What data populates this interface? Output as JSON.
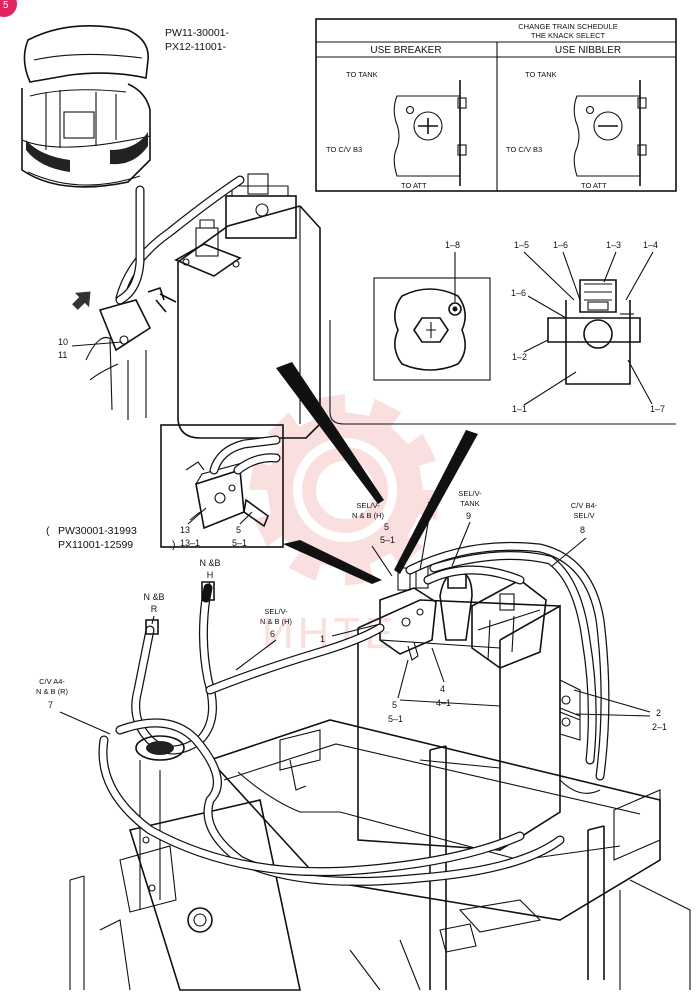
{
  "header": {
    "serial_1": "PW11-30001-",
    "serial_2": "PX12-11001-"
  },
  "schedule_table": {
    "title_1": "CHANGE TRAIN SCHEDULE",
    "title_2": "THE KNACK SELECT",
    "col_breaker": "USE BREAKER",
    "col_nibbler": "USE NIBBLER",
    "to_tank": "TO TANK",
    "to_cv_b3": "TO C/V B3",
    "to_att": "TO ATT"
  },
  "detail_labels": {
    "p1_8": "1–8",
    "p1_5": "1–5",
    "p1_6a": "1–6",
    "p1_3": "1–3",
    "p1_4": "1–4",
    "p1_6b": "1–6",
    "p1_2": "1–2",
    "p1_1": "1–1",
    "p1_7": "1–7"
  },
  "inset": {
    "p13": "13",
    "p13_1": "13–1",
    "p5": "5",
    "p5_1": "5–1",
    "range_1": "PW30001-31993",
    "range_2": "PX11001-12599"
  },
  "callouts": {
    "p10": "10",
    "p11": "11",
    "sel_nbh_1": "SEL/V-",
    "sel_nbh_2": "N & B (H)",
    "p5_top": "5",
    "p5_1_top": "5–1",
    "p1_top": "1",
    "sel_tank_1": "SEL/V-",
    "sel_tank_2": "TANK",
    "p9": "9",
    "cv_b4_1": "C/V B4-",
    "cv_b4_2": "SEL/V",
    "p8": "8",
    "nb_h_1": "N &B",
    "nb_h_2": "H",
    "nb_r_1": "N &B",
    "nb_r_2": "R",
    "sel_nbh6_1": "SEL/V-",
    "sel_nbh6_2": "N & B (H)",
    "p6": "6",
    "cv_a4_1": "C/V A4-",
    "cv_a4_2": "N & B (R)",
    "p7": "7",
    "p1_main": "1",
    "p5_bot": "5",
    "p5_1_bot": "5–1",
    "p4": "4",
    "p4_1": "4–1",
    "p2": "2",
    "p2_1": "2–1"
  },
  "watermark": {
    "text": "ИНТЕ",
    "color": "#e23c3c"
  },
  "page_badge": {
    "text": "5",
    "color": "#e0245e"
  }
}
